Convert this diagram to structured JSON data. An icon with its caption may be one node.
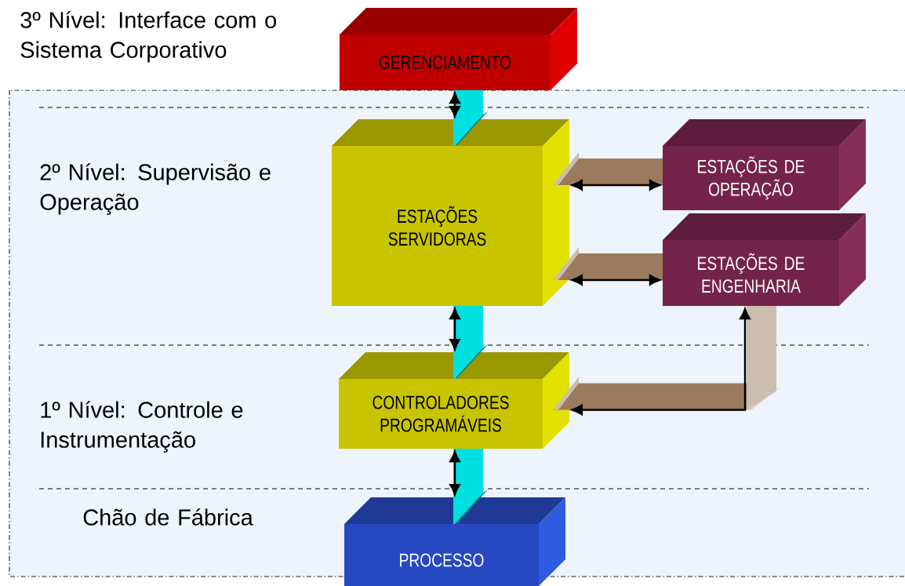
{
  "diagram": {
    "nodes": [
      {
        "text": [
          "GERENCIAMENTO"
        ]
      },
      {
        "text": [
          "ESTAÇÕES SERVIDORAS"
        ]
      },
      {
        "text": [
          "ESTAÇÕES DE OPERAÇÃO"
        ]
      },
      {
        "text": [
          "ESTAÇÕES DE ENGENHARIA"
        ]
      },
      {
        "text": [
          "CONTROLADORES PROGRAMÁVEIS"
        ]
      },
      {
        "text": [
          "PROCESSO"
        ]
      }
    ],
    "edges": [
      {
        "from": 0,
        "to": 1,
        "arrow": "both"
      },
      {
        "from": 1,
        "to": 2,
        "arrow": "both"
      },
      {
        "from": 1,
        "to": 3,
        "arrow": "both"
      },
      {
        "from": 1,
        "to": 4,
        "arrow": "both"
      },
      {
        "from": 3,
        "to": 4,
        "arrow": "both"
      },
      {
        "from": 4,
        "to": 5,
        "arrow": "both"
      }
    ],
    "labels": [
      "3º Nível: Interface com o Sistema Corporativo",
      "2º Nível: Supervisão e Operação",
      "1º Nível: Controle e Instrumentação",
      "Chão de Fábrica"
    ]
  }
}
